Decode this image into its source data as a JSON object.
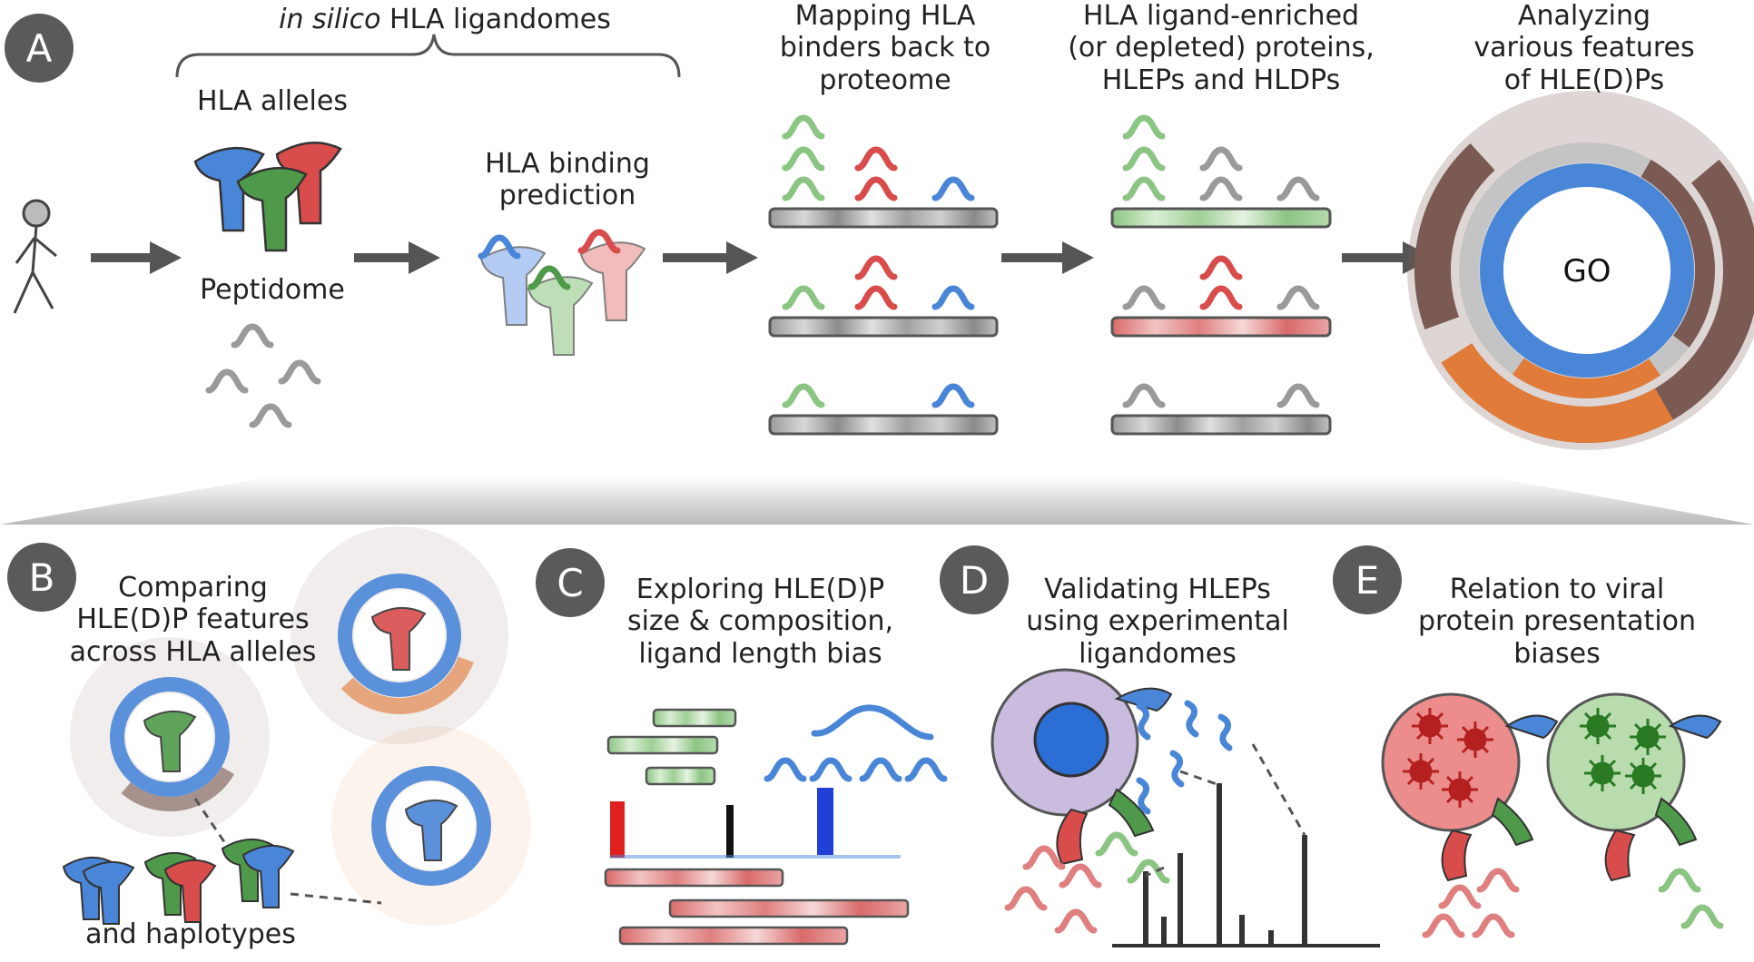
{
  "panels": {
    "A": {
      "badge": "A",
      "ligandome_title_italic": "in silico",
      "ligandome_title_rest": " HLA ligandomes",
      "hla_alleles": "HLA alleles",
      "peptidome": "Peptidome",
      "binding_prediction_line1": "HLA binding",
      "binding_prediction_line2": "prediction",
      "mapping_line1": "Mapping HLA",
      "mapping_line2": "binders back to",
      "mapping_line3": "proteome",
      "enriched_line1": "HLA ligand-enriched",
      "enriched_line2": "(or depleted) proteins,",
      "enriched_line3": "HLEPs and HLDPs",
      "analyzing_line1": "Analyzing",
      "analyzing_line2": "various features",
      "analyzing_line3": "of HLE(D)Ps",
      "sunburst_center": "GO"
    },
    "B": {
      "badge": "B",
      "line1": "Comparing",
      "line2": "HLE(D)P features",
      "line3": "across HLA alleles",
      "haplotypes": "and haplotypes"
    },
    "C": {
      "badge": "C",
      "line1": "Exploring HLE(D)P",
      "line2": "size & composition,",
      "line3": "ligand length bias"
    },
    "D": {
      "badge": "D",
      "line1": "Validating HLEPs",
      "line2": "using experimental",
      "line3": "ligandomes"
    },
    "E": {
      "badge": "E",
      "line1": "Relation to viral",
      "line2": "protein presentation",
      "line3": "biases"
    }
  },
  "colors": {
    "allele_blue": "#4a86d8",
    "allele_green": "#4f9a4a",
    "allele_red": "#d94c4c",
    "peptide_gray": "#9a9a9a",
    "enriched_green": "#9fcf96",
    "depleted_red": "#e07f7f",
    "badge_gray": "#5a5a5a",
    "sunburst_brown": "#7a5a52",
    "sunburst_orange": "#e07b3a"
  }
}
